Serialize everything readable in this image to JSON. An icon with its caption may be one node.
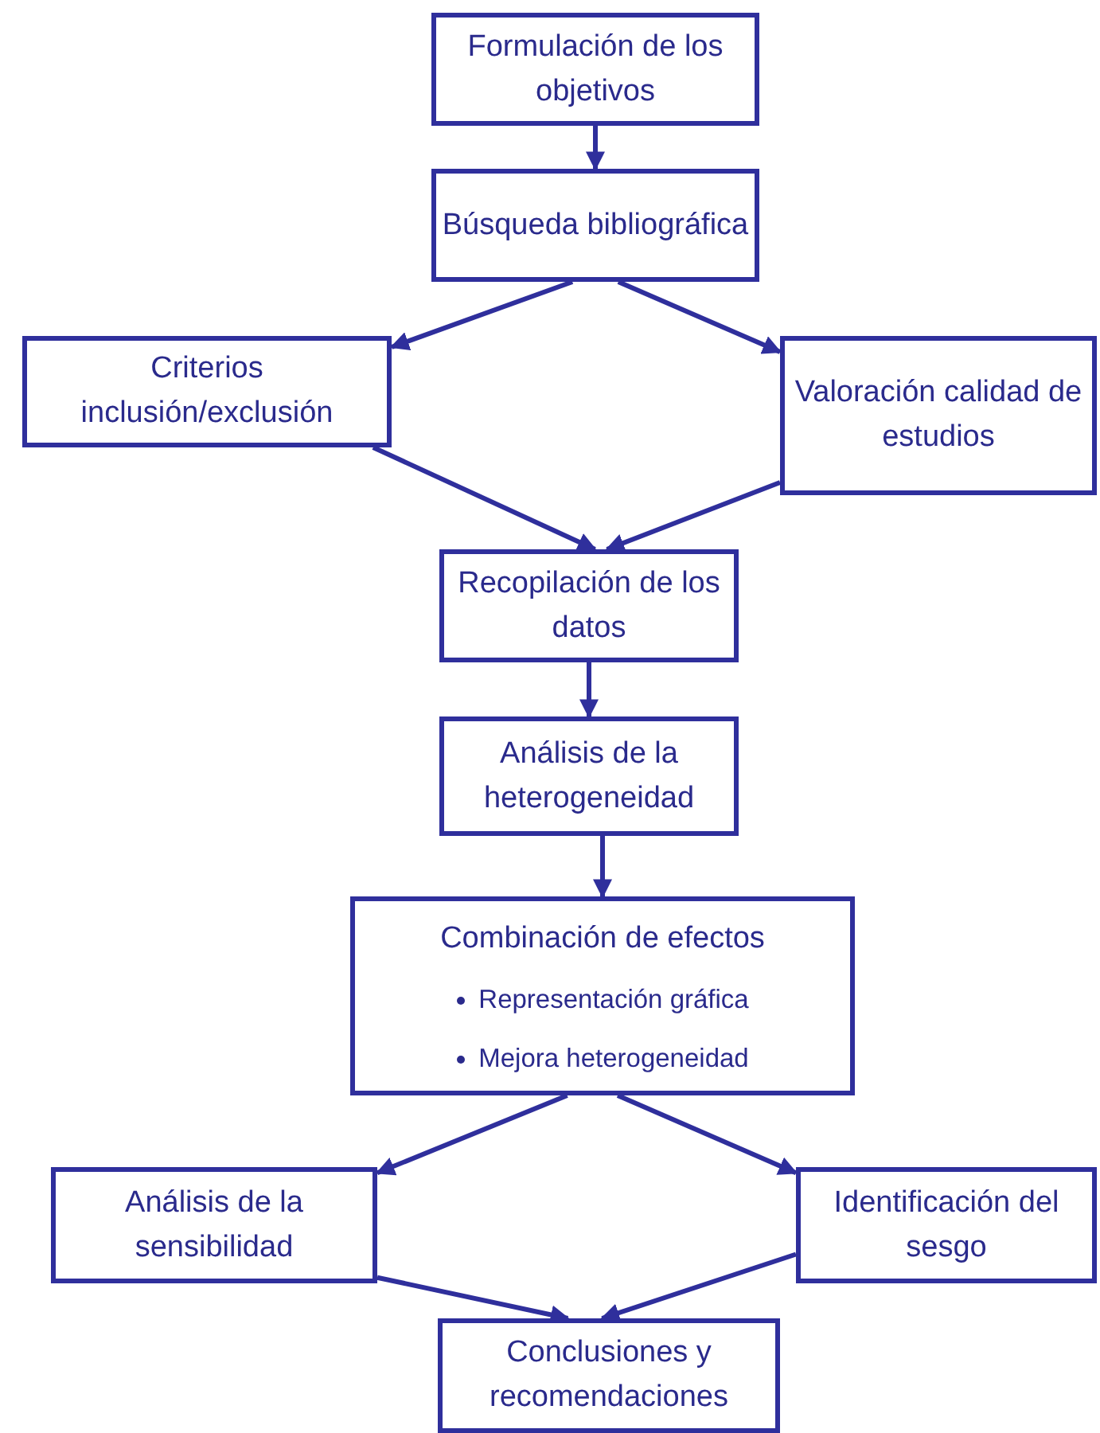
{
  "diagram": {
    "nodes": [
      {
        "text": [
          "Formulación de los objetivos"
        ]
      },
      {
        "text": [
          "Búsqueda bibliográfica"
        ]
      },
      {
        "text": [
          "Criterios inclusión/exclusión"
        ]
      },
      {
        "text": [
          "Valoración calidad de estudios"
        ]
      },
      {
        "text": [
          "Recopilación de los datos"
        ]
      },
      {
        "text": [
          "Análisis de la heterogeneidad"
        ]
      },
      {
        "text": [
          "Combinación de efectos",
          "Representación gráfica",
          "Mejora heterogeneidad"
        ]
      },
      {
        "text": [
          "Análisis de la sensibilidad"
        ]
      },
      {
        "text": [
          "Identificación del sesgo"
        ]
      },
      {
        "text": [
          "Conclusiones y recomendaciones"
        ]
      }
    ],
    "edges": [
      {
        "from": 0,
        "to": 1,
        "arrow": "to"
      },
      {
        "from": 1,
        "to": 2,
        "arrow": "to"
      },
      {
        "from": 1,
        "to": 3,
        "arrow": "to"
      },
      {
        "from": 2,
        "to": 4,
        "arrow": "to"
      },
      {
        "from": 3,
        "to": 4,
        "arrow": "to"
      },
      {
        "from": 4,
        "to": 5,
        "arrow": "to"
      },
      {
        "from": 5,
        "to": 6,
        "arrow": "to"
      },
      {
        "from": 6,
        "to": 7,
        "arrow": "to"
      },
      {
        "from": 6,
        "to": 8,
        "arrow": "to"
      },
      {
        "from": 7,
        "to": 9,
        "arrow": "to"
      },
      {
        "from": 8,
        "to": 9,
        "arrow": "to"
      }
    ]
  }
}
